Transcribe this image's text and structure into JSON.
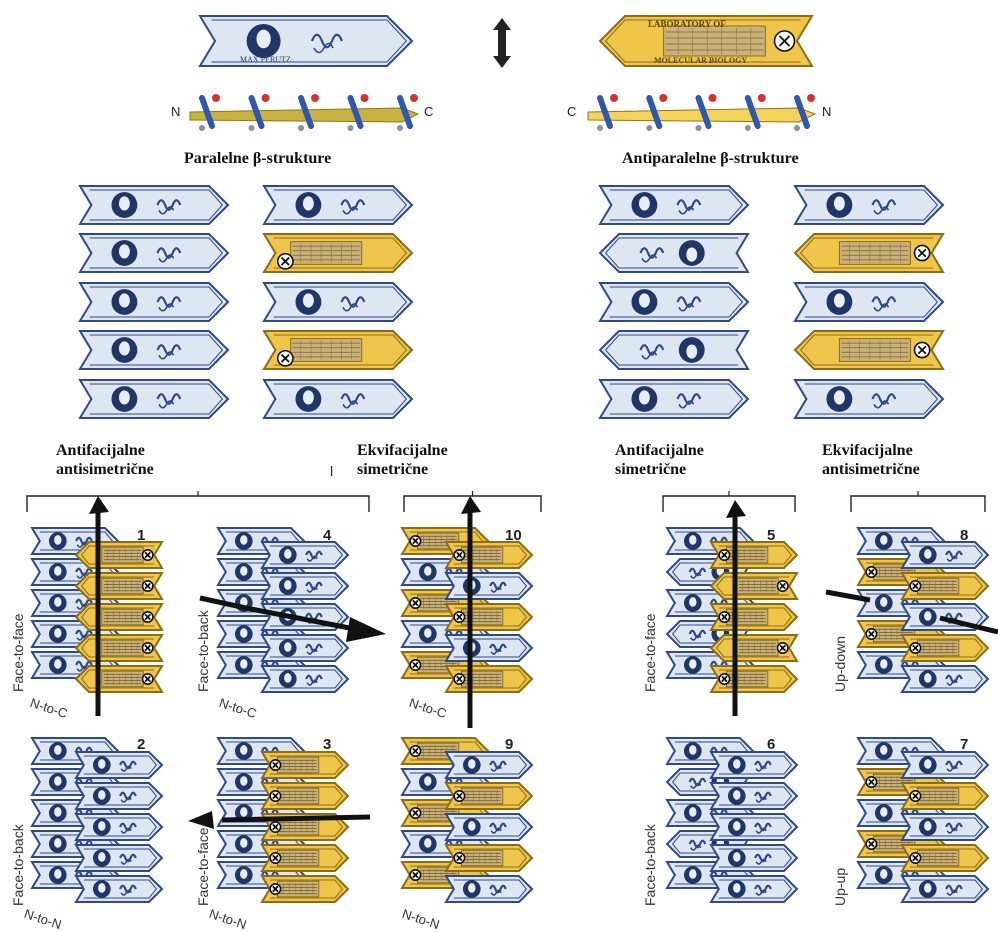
{
  "colors": {
    "blue_fill": "#dde6f1",
    "blue_stroke": "#2f4a86",
    "blue_dark": "#1f3768",
    "gold_fill": "#f0c64a",
    "gold_stroke": "#8c6d16"
  },
  "top": {
    "note_text_left": "MAX      PERUTZ",
    "note_text_right_top": "LABORATORY OF",
    "note_text_right_bottom": "MOLECULAR BIOLOGY",
    "strand_left_n": "N",
    "strand_left_c": "C",
    "strand_right_c": "C",
    "strand_right_n": "N"
  },
  "headings": {
    "parallel": "Paralelne β-strukture",
    "antiparallel": "Antiparalelne β-strukture"
  },
  "classes": {
    "c1": "Antifacijalne\nantisimetrične",
    "c2": "Ekvifacijalne\nsimetrične",
    "c3": "Antifacijalne\nsimetrične",
    "c4": "Ekvifacijalne\nantisimetrične",
    "stray": "l"
  },
  "panels": [
    {
      "num": "1",
      "side": "Face-to-face",
      "dir": "N-to-C"
    },
    {
      "num": "4",
      "side": "Face-to-back",
      "dir": "N-to-C"
    },
    {
      "num": "10",
      "side": "",
      "dir": "N-to-C"
    },
    {
      "num": "5",
      "side": "Face-to-face",
      "dir": ""
    },
    {
      "num": "8",
      "side": "Up-down",
      "dir": ""
    },
    {
      "num": "2",
      "side": "Face-to-back",
      "dir": "N-to-N"
    },
    {
      "num": "3",
      "side": "Face-to-face",
      "dir": "N-to-N"
    },
    {
      "num": "9",
      "side": "",
      "dir": "N-to-N"
    },
    {
      "num": "6",
      "side": "Face-to-back",
      "dir": ""
    },
    {
      "num": "7",
      "side": "Up-up",
      "dir": ""
    }
  ]
}
